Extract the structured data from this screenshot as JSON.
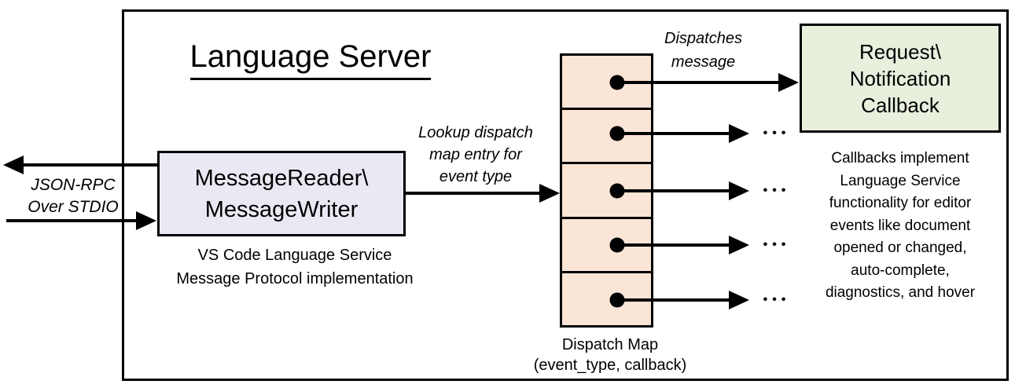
{
  "title": "Language Server",
  "colors": {
    "reader_fill": "#eae9f3",
    "dispatch_fill": "#fbe5d6",
    "callback_fill": "#e8efdd",
    "stroke": "#000000"
  },
  "left_channel": {
    "label": "JSON-RPC\nOver STDIO"
  },
  "message_reader": {
    "title": "MessageReader\\\nMessageWriter",
    "caption": "VS Code Language Service\nMessage Protocol implementation"
  },
  "lookup_label": "Lookup dispatch\nmap entry for\nevent type",
  "dispatch_map": {
    "caption": "Dispatch Map\n(event_type, callback)",
    "cells": 5
  },
  "dispatches_label": "Dispatches\nmessage",
  "callback": {
    "title": "Request\\\nNotification\nCallback",
    "note": "Callbacks implement\nLanguage Service\nfunctionality for editor\nevents like document\nopened or changed,\nauto-complete,\ndiagnostics, and hover"
  },
  "icons": {
    "ellipsis": "•••"
  }
}
